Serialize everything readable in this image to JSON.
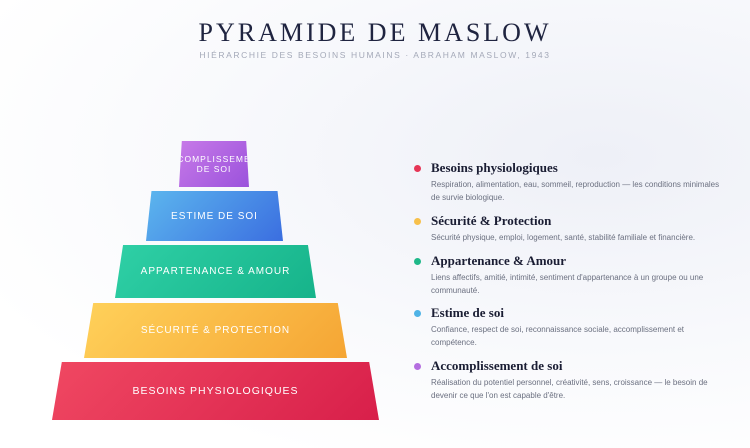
{
  "header": {
    "title": "PYRAMIDE DE MASLOW",
    "subtitle": "HIÉRARCHIE DES BESOINS HUMAINS · ABRAHAM MASLOW, 1943"
  },
  "pyramid": {
    "levels": [
      {
        "label": "COMPLISSEME DE SOI",
        "color": "#a95fe0"
      },
      {
        "label": "ESTIME DE SOI",
        "color": "#4a8ee8"
      },
      {
        "label": "APPARTENANCE & AMOUR",
        "color": "#22c29a"
      },
      {
        "label": "SÉCURITÉ & PROTECTION",
        "color": "#f7b844"
      },
      {
        "label": "BESOINS PHYSIOLOGIQUES",
        "color": "#e63556"
      }
    ]
  },
  "legend": {
    "items": [
      {
        "title": "Besoins physiologiques",
        "description": "Respiration, alimentation, eau, sommeil, reproduction — les conditions minimales de survie biologique.",
        "color": "#e63556"
      },
      {
        "title": "Sécurité & Protection",
        "description": "Sécurité physique, emploi, logement, santé, stabilité familiale et financière.",
        "color": "#f7c04a"
      },
      {
        "title": "Appartenance & Amour",
        "description": "Liens affectifs, amitié, intimité, sentiment d'appartenance à un groupe ou une communauté.",
        "color": "#1fb889"
      },
      {
        "title": "Estime de soi",
        "description": "Confiance, respect de soi, reconnaissance sociale, accomplissement et compétence.",
        "color": "#4fb3e6"
      },
      {
        "title": "Accomplissement de soi",
        "description": "Réalisation du potentiel personnel, créativité, sens, croissance — le besoin de devenir ce que l'on est capable d'être.",
        "color": "#b46ee0"
      }
    ]
  }
}
